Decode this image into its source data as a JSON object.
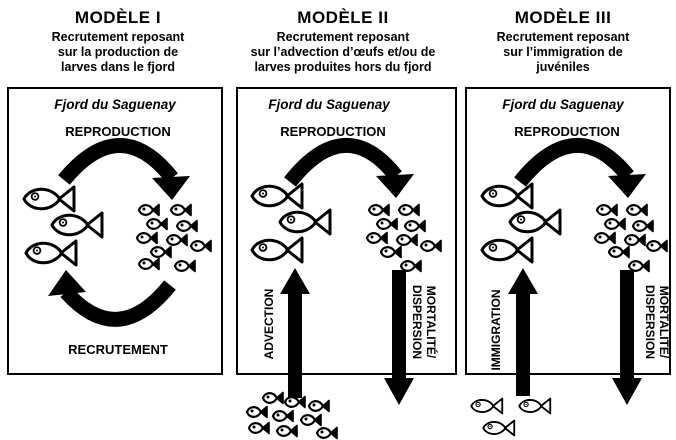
{
  "models": [
    {
      "title": "MODÈLE I",
      "desc_lines": [
        "Recrutement reposant",
        "sur la production de",
        "larves dans le fjord"
      ],
      "fjord": "Fjord du Saguenay",
      "top_label": "REPRODUCTION",
      "bottom_label": "RECRUTEMENT"
    },
    {
      "title": "MODÈLE II",
      "desc_lines": [
        "Recrutement reposant",
        "sur l’advection d’œufs et/ou de",
        "larves produites hors du fjord"
      ],
      "fjord": "Fjord du Saguenay",
      "top_label": "REPRODUCTION",
      "in_label": "ADVECTION",
      "out_label_1": "MORTALITÉ/",
      "out_label_2": "DISPERSION"
    },
    {
      "title": "MODÈLE III",
      "desc_lines": [
        "Recrutement reposant",
        "sur l’immigration de",
        "juvéniles"
      ],
      "fjord": "Fjord du Saguenay",
      "top_label": "REPRODUCTION",
      "in_label": "IMMIGRATION",
      "out_label_1": "MORTALITÉ/",
      "out_label_2": "DISPERSION"
    }
  ]
}
